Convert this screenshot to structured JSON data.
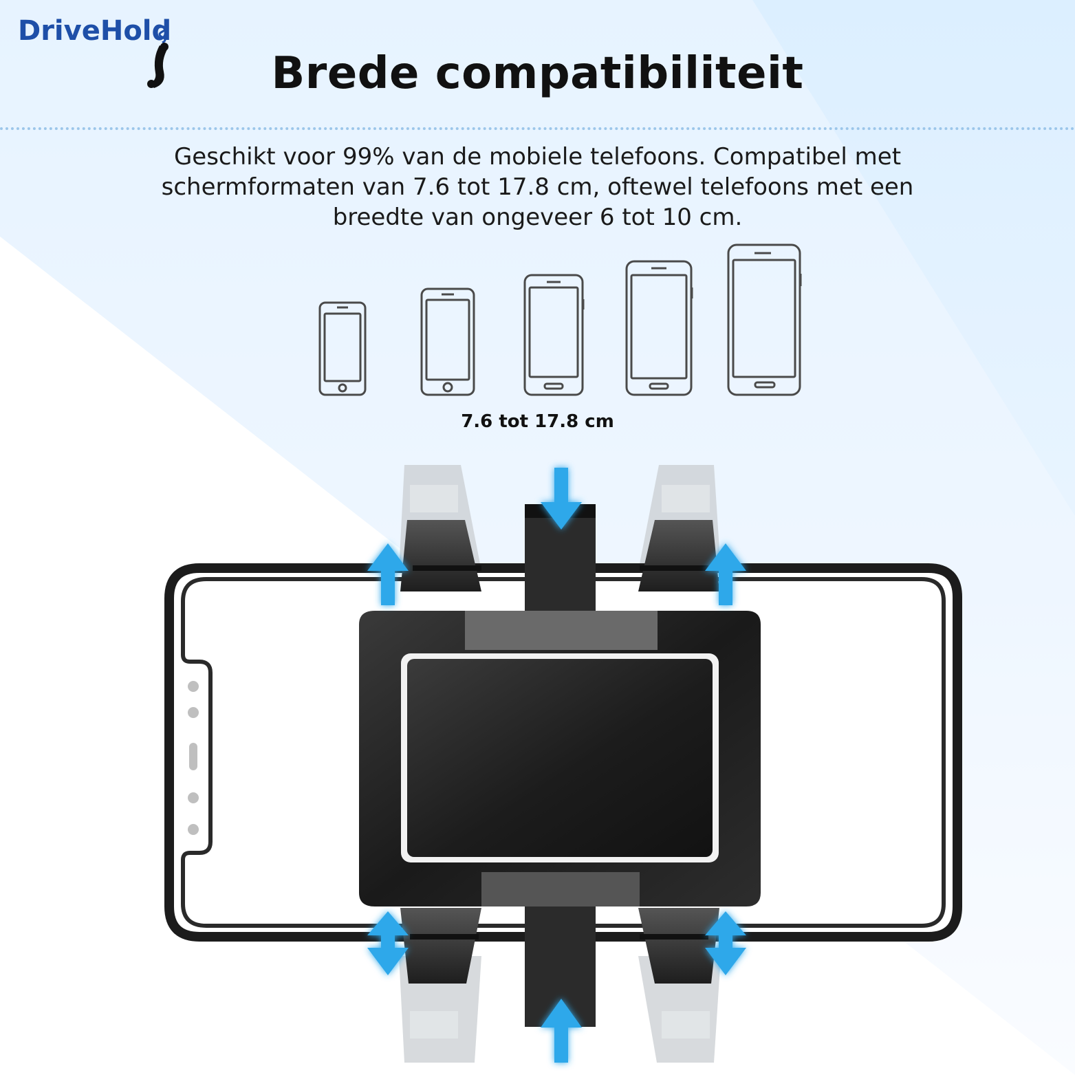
{
  "brand": {
    "name": "DriveHold"
  },
  "title": "Brede compatibiliteit",
  "description": "Geschikt voor 99% van de mobiele telefoons. Compatibel met schermformaten van 7.6 tot 17.8 cm, oftewel telefoons met een breedte van ongeveer 6 tot 10 cm.",
  "range_label": "7.6 tot 17.8 cm",
  "icons": [
    "phone-logo-icon",
    "phone-size-icon",
    "phone-holder-illustration",
    "adjust-arrow-icon"
  ],
  "colors": {
    "brand": "#1e4fa8",
    "arrow": "#2ea8ea",
    "text": "#111111",
    "background": "#e6f2fc"
  }
}
